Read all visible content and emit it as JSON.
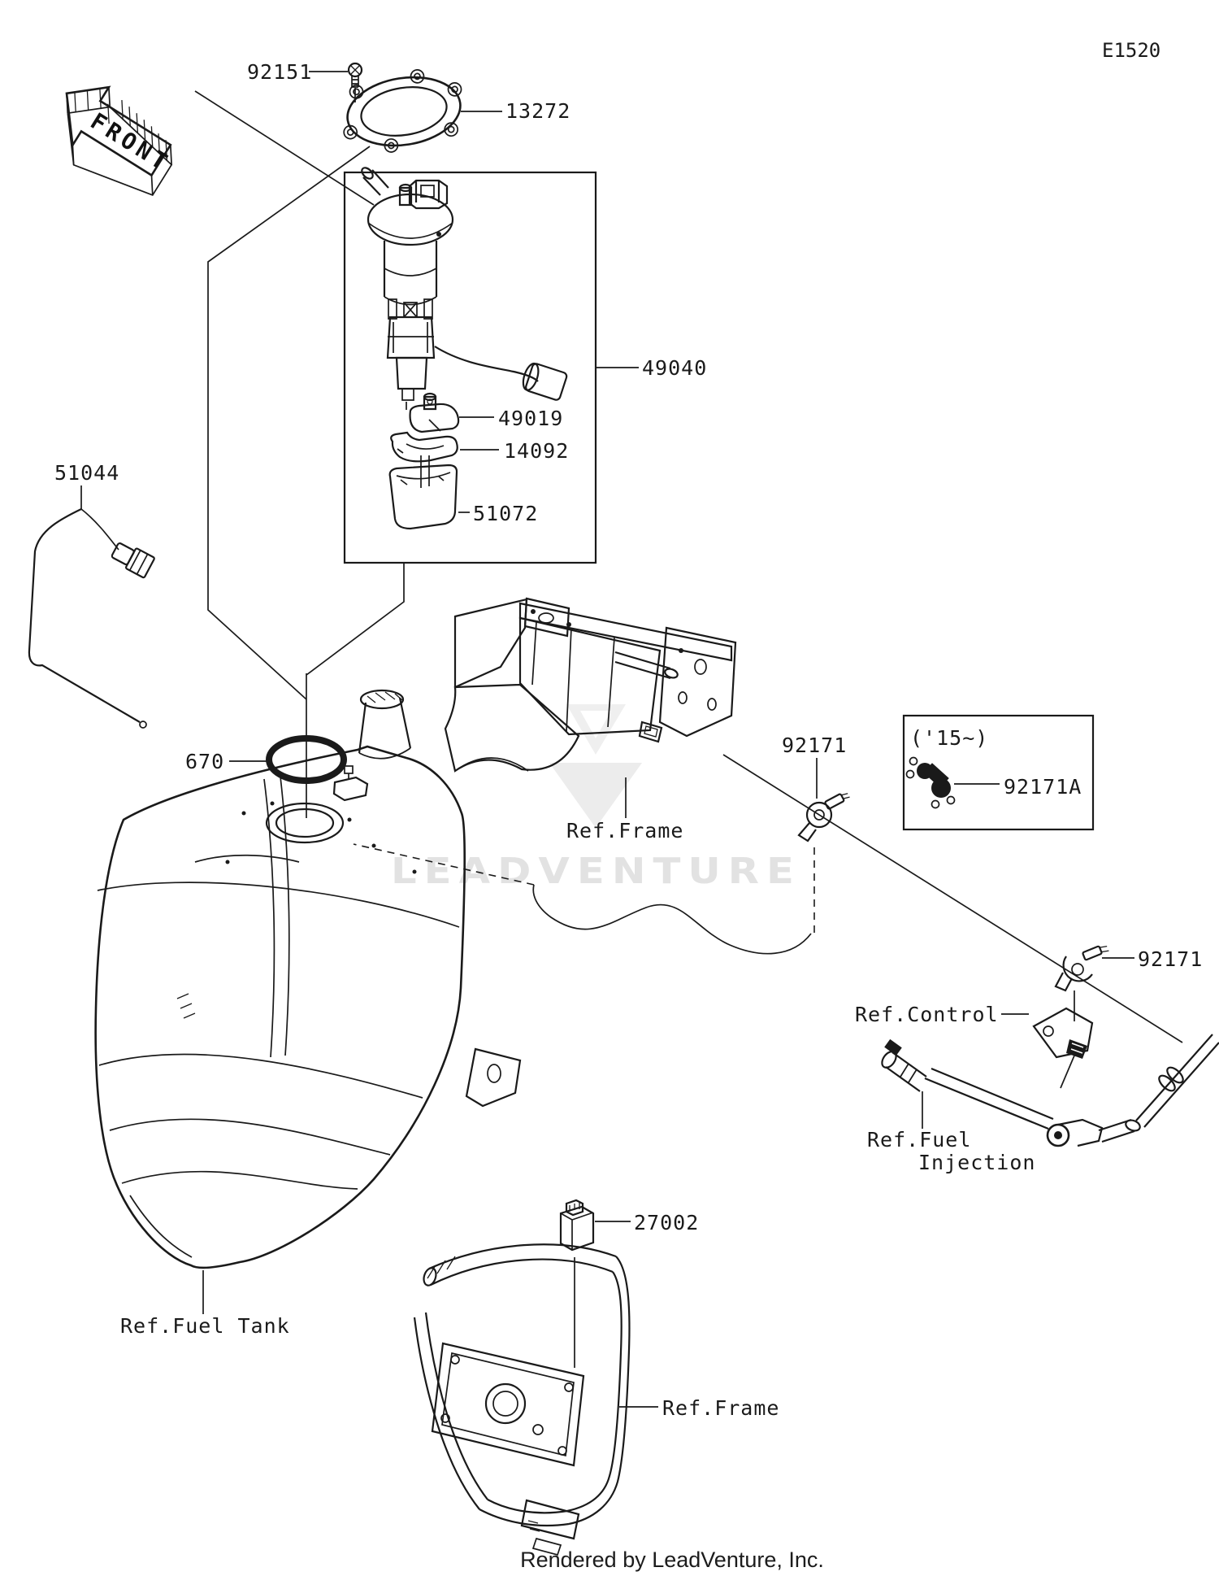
{
  "page": {
    "code": "E1520",
    "front_sign": "FRONT",
    "watermark": "LEADVENTURE",
    "footer": "Rendered by LeadVenture, Inc."
  },
  "colors": {
    "line": "#1a1a1a",
    "watermark": "#e2e2e2",
    "background": "#ffffff"
  },
  "callouts": {
    "screw": "92151",
    "gasket": "13272",
    "fuel_pump_assy": "49040",
    "pump_holder": "49019",
    "pump_cushion": "14092",
    "pump_cup": "51072",
    "fuel_hose": "51044",
    "oring": "670",
    "clamp_upper": "92171",
    "clamp_note_year": "('15~)",
    "clamp_2015": "92171A",
    "clamp_lower": "92171",
    "relay": "27002"
  },
  "references": {
    "frame_mid": "Ref.Frame",
    "control": "Ref.Control",
    "fuel_line1": "Ref.Fuel",
    "fuel_line2": "Injection",
    "fuel_tank": "Ref.Fuel Tank",
    "frame_bottom": "Ref.Frame"
  }
}
